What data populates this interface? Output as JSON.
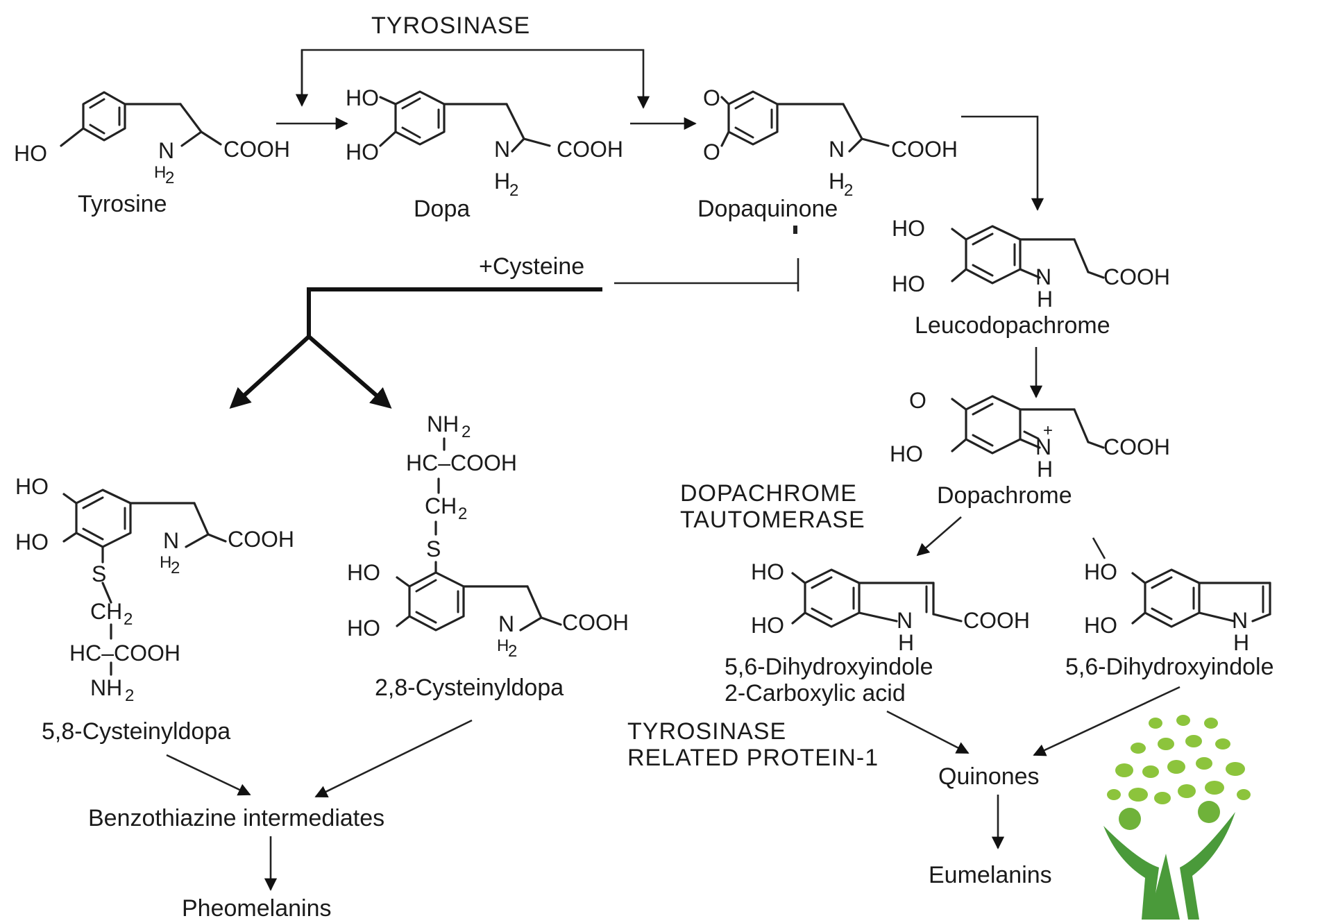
{
  "enzymes": {
    "tyrosinase_top": "TYROSINASE",
    "dopachrome_tautomerase_1": "DOPACHROME",
    "dopachrome_tautomerase_2": "TAUTOMERASE",
    "trp1_1": "TYROSINASE",
    "trp1_2": "RELATED PROTEIN-1"
  },
  "reagents": {
    "cysteine": "+Cysteine"
  },
  "compounds": {
    "tyrosine": "Tyrosine",
    "dopa": "Dopa",
    "dopaquinone": "Dopaquinone",
    "leucodopachrome": "Leucodopachrome",
    "dopachrome": "Dopachrome",
    "dhica_1": "5,6-Dihydroxyindole",
    "dhica_2": "2-Carboxylic acid",
    "dhi": "5,6-Dihydroxyindole",
    "cys58": "5,8-Cysteinyldopa",
    "cys28": "2,8-Cysteinyldopa",
    "benzothiazine": "Benzothiazine intermediates",
    "pheomelanins": "Pheomelanins",
    "quinones": "Quinones",
    "eumelanins": "Eumelanins"
  },
  "groups": {
    "ho": "HO",
    "o": "O",
    "n": "N",
    "h": "H",
    "h2": "H",
    "two": "2",
    "cooh": "COOH",
    "s": "S",
    "ch2": "CH",
    "nh2": "NH",
    "hc_cooh": "HC–COOH",
    "plus": "+"
  },
  "colors": {
    "logo_leaf": "#8cc43c",
    "logo_trunk": "#4a9a3a",
    "ink": "#1a1a1a"
  }
}
